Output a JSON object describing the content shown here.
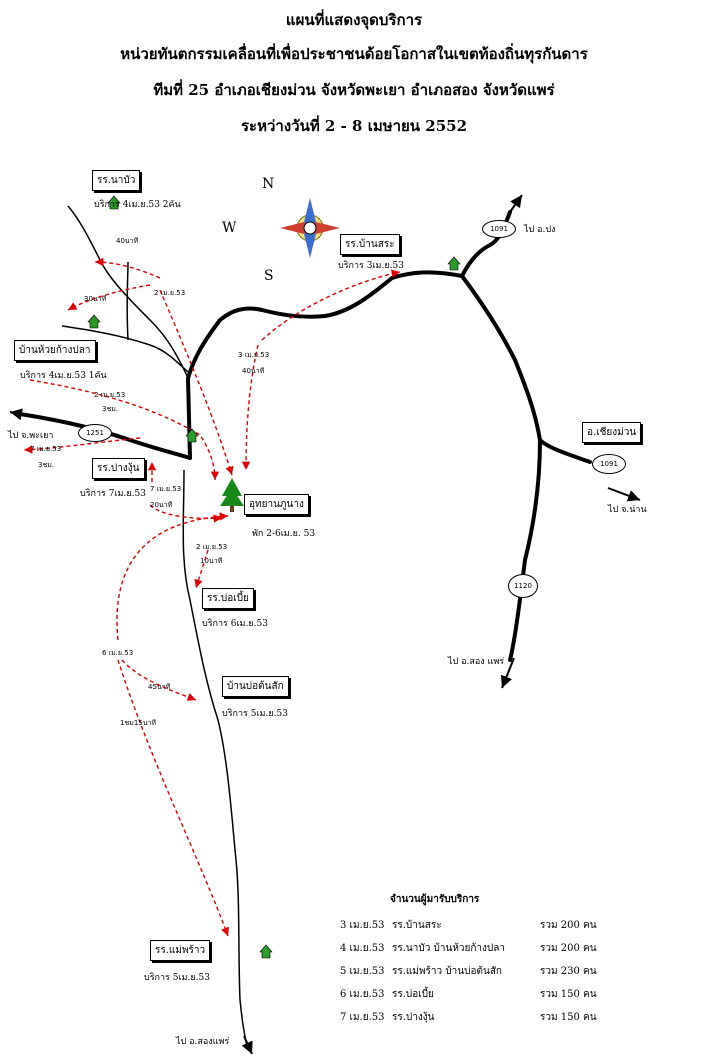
{
  "title": {
    "line1": "แผนที่แสดงจุดบริการ",
    "line2": "หน่วยทันตกรรมเคลื่อนที่เพื่อประชาชนด้อยโอกาสในเขตท้องถิ่นทุรกันดาร",
    "line3": "ทีมที่  25  อำเภอเชียงม่วน จังหวัดพะเยา  อำเภอสอง จังหวัดแพร่",
    "line4": "ระหว่างวันที่ 2 - 8  เมษายน 2552"
  },
  "compass": {
    "n": "N",
    "w": "W",
    "s": "S"
  },
  "places": {
    "nabua": {
      "name": "รร.นาบัว",
      "service": "บริการ  4เม.ย.53  2คัน"
    },
    "bansara": {
      "name": "รร.บ้านสระ",
      "service": "บริการ  3เม.ย.53"
    },
    "huaykangpla": {
      "name": "บ้านห้วยก้างปลา",
      "service": "บริการ  4เม.ย.53  1คัน"
    },
    "pangngun": {
      "name": "รร.ปางงุ้น",
      "service": "บริการ  7เม.ย.53"
    },
    "park": {
      "name": "อุทยานภูนาง",
      "service": "พัก  2-6เม.ย. 53"
    },
    "bopia": {
      "name": "รร.บ่อเบี้ย",
      "service": "บริการ  6เม.ย.53"
    },
    "bonthonsak": {
      "name": "บ้านบ่อต้นสัก",
      "service": "บริการ  5เม.ย.53"
    },
    "maephrao": {
      "name": "รร.แม่พร้าว",
      "service": "บริการ  5เม.ย.53"
    },
    "chiangmuan": {
      "name": "อ.เชียงม่วน"
    }
  },
  "destinations": {
    "pong": "ไป อ.ปง",
    "phayao": "ไป จ.พะเยา",
    "nan": "ไป จ.น่าน",
    "song1": "ไป อ.สอง แพร่",
    "song2": "ไป อ.สองแพร่"
  },
  "routes": {
    "r1": "1091",
    "r2": "1251",
    "r3": "1091",
    "r4": "1120"
  },
  "trip_labels": {
    "t1": "40นาที",
    "t2": "2 เม.ย.53",
    "t3": "30นาที",
    "t4": "3 เม.ย.53",
    "t5": "40นาที",
    "t6": "2 เม.ย.53",
    "t7": "3ชม.",
    "t8": "7 เม.ย.53",
    "t9": "3ชม.",
    "t10": "7 เม.ย.53",
    "t11": "20นาที",
    "t12": "2 เม.ย.53",
    "t13": "10นาที",
    "t14": "6 เม.ย.53",
    "t15": "45นาที",
    "t16": "1ชม15นาที"
  },
  "legend": {
    "title": "จำนวนผู้มารับบริการ",
    "rows": [
      {
        "date": "3 เม.ย.53",
        "place": "รร.บ้านสระ",
        "total": "รวม  200  คน"
      },
      {
        "date": "4 เม.ย.53",
        "place": "รร.นาบัว  บ้านห้วยก้างปลา",
        "total": "รวม  200  คน"
      },
      {
        "date": "5 เม.ย.53",
        "place": "รร.แม่พร้าว  บ้านบ่อต้นสัก",
        "total": "รวม  230  คน"
      },
      {
        "date": "6 เม.ย.53",
        "place": "รร.บ่อเบี้ย",
        "total": "รวม  150  คน"
      },
      {
        "date": "7 เม.ย.53",
        "place": "รร.ปางงุ้น",
        "total": "รวม  150  คน"
      }
    ]
  },
  "colors": {
    "road": "#000000",
    "trip": "#e00000",
    "tree": "#1a8a1a",
    "house": "#2a9a2a"
  }
}
